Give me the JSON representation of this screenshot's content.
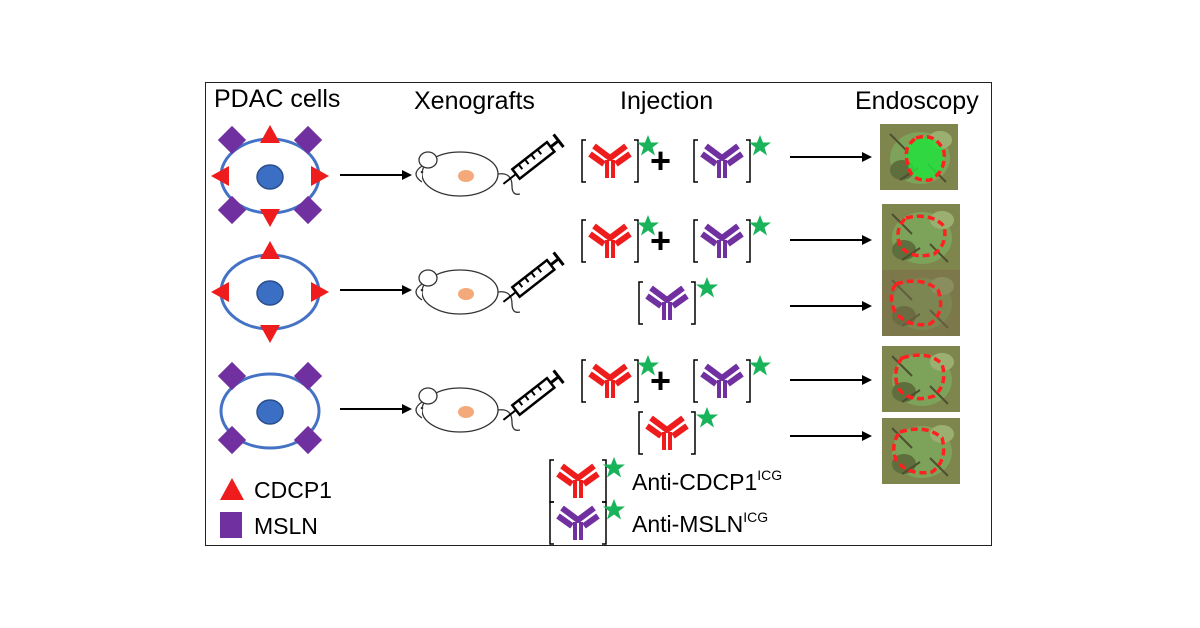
{
  "headers": {
    "cells": "PDAC cells",
    "xenografts": "Xenografts",
    "injection": "Injection",
    "endoscopy": "Endoscopy"
  },
  "legend": {
    "triangle_label": "CDCP1",
    "square_label": "MSLN",
    "anti_cdcp1": "Anti-CDCP1",
    "anti_mslN_sup": "ICG",
    "anti_cdcp1_sup": "ICG",
    "anti_msln": "Anti-MSLN"
  },
  "colors": {
    "cdcp1": "#ee1c1c",
    "msln": "#7030a0",
    "icg_star": "#19b35a",
    "cell_border": "#4472c4",
    "nucleus": "#3b6fc4",
    "tumor_outline": "#ff2020"
  },
  "icons": [
    "pdac-cell",
    "mouse-icon",
    "syringe-icon",
    "antibody-icon",
    "star-icon",
    "arrow-icon",
    "endoscopy-image"
  ]
}
